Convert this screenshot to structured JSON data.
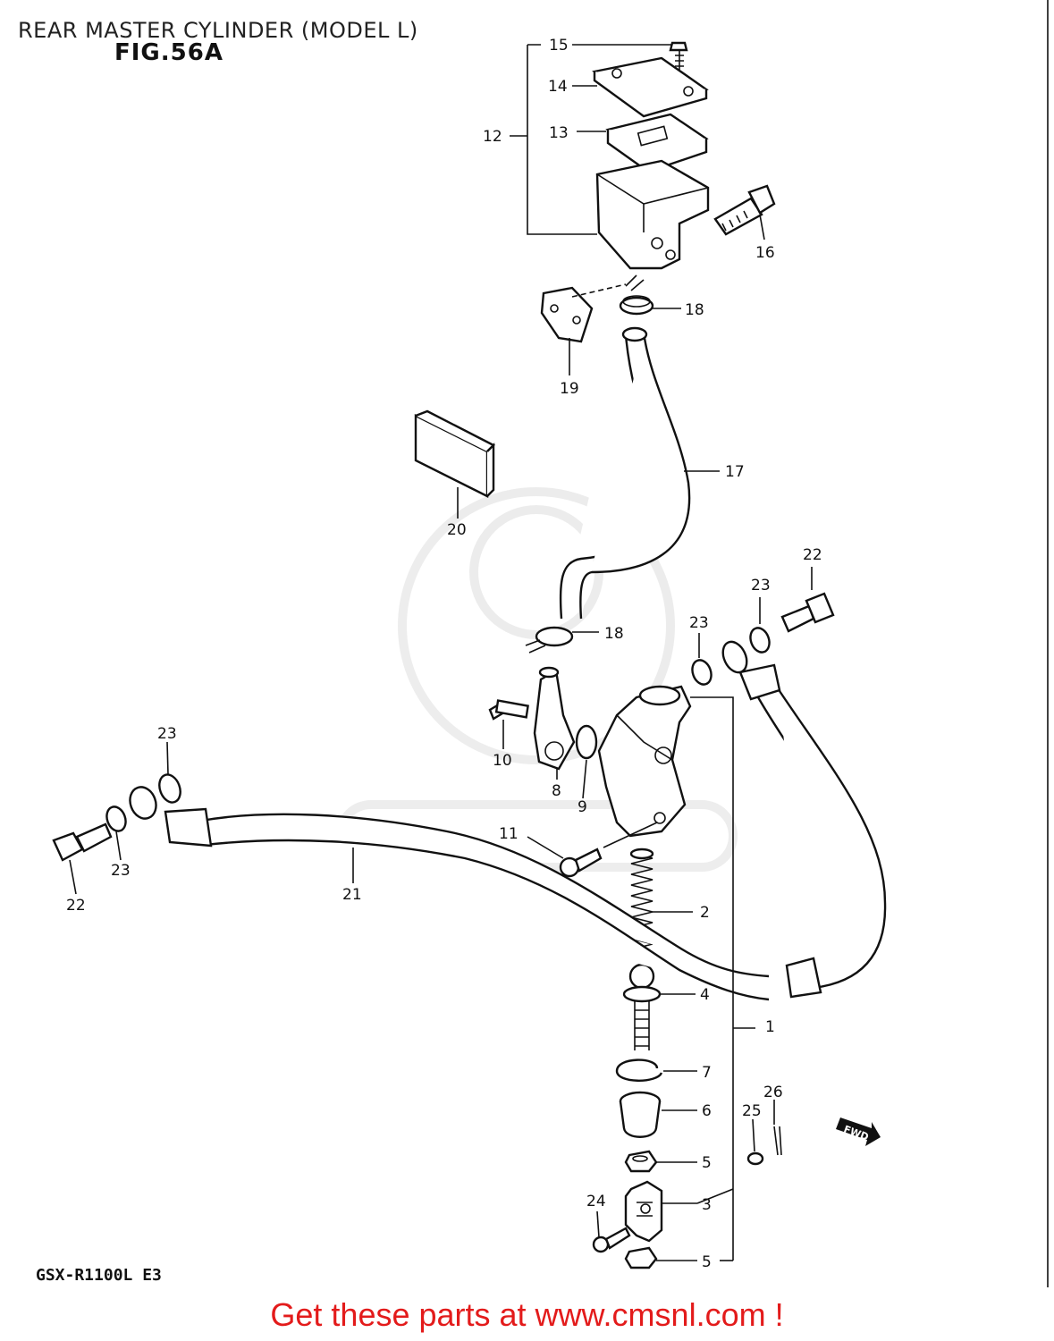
{
  "header": {
    "title": "REAR MASTER CYLINDER (MODEL L)",
    "figure": "FIG.56A"
  },
  "footer": {
    "model_code": "GSX-R1100L E3",
    "promo": "Get these parts at www.cmsnl.com !"
  },
  "direction_marker": "FWD",
  "part_labels": {
    "p1": "1",
    "p2": "2",
    "p3": "3",
    "p4": "4",
    "p5a": "5",
    "p5b": "5",
    "p6": "6",
    "p7": "7",
    "p8": "8",
    "p9": "9",
    "p10": "10",
    "p11": "11",
    "p12": "12",
    "p13": "13",
    "p14": "14",
    "p15": "15",
    "p16": "16",
    "p17": "17",
    "p18a": "18",
    "p18b": "18",
    "p19": "19",
    "p20": "20",
    "p21": "21",
    "p22a": "22",
    "p22b": "22",
    "p23a": "23",
    "p23b": "23",
    "p23c": "23",
    "p23d": "23",
    "p24": "24",
    "p25": "25",
    "p26": "26"
  },
  "colors": {
    "line": "#111111",
    "promo": "#e31b1b",
    "watermark": "#d8d8d8"
  }
}
